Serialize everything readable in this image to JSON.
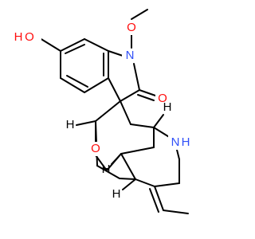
{
  "molecule": {
    "atom_labels": {
      "hydroxyl_o": "O",
      "hydroxyl_h": "H",
      "methoxy_o": "O",
      "indole_n": "N",
      "carbonyl_o": "O",
      "ring_o": "O",
      "amine_n": "N",
      "amine_h": "H",
      "stereo_h1": "H",
      "stereo_h2": "H",
      "stereo_h3": "H",
      "stereo_h4": "H"
    },
    "colors": {
      "bond": "#000000",
      "oxygen": "#ff0d0d",
      "nitrogen": "#3050f8",
      "hydrogen": "#000000",
      "background": "#ffffff"
    }
  }
}
